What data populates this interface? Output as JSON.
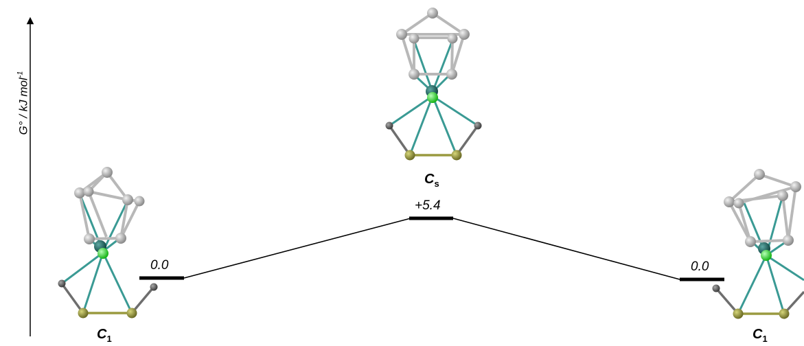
{
  "y_axis_label": "G° / kJ mol",
  "y_axis_unit_exponent": "-1",
  "states": [
    {
      "energy_label": "0.0",
      "symmetry": "C",
      "symmetry_sub": "1"
    },
    {
      "energy_label": "+5.4",
      "symmetry": "C",
      "symmetry_sub": "s"
    },
    {
      "energy_label": "0.0",
      "symmetry": "C",
      "symmetry_sub": "1"
    }
  ],
  "colors": {
    "carbon_cp": "#b8b8b8",
    "carbon_dark": "#6e6e6e",
    "metal": "#1f6e6a",
    "metal_bond": "#3a9a94",
    "central_atom": "#22dd22",
    "sulfur": "#8a8a3a",
    "sulfur_bond": "#9a9a40",
    "levels": "#000000"
  }
}
